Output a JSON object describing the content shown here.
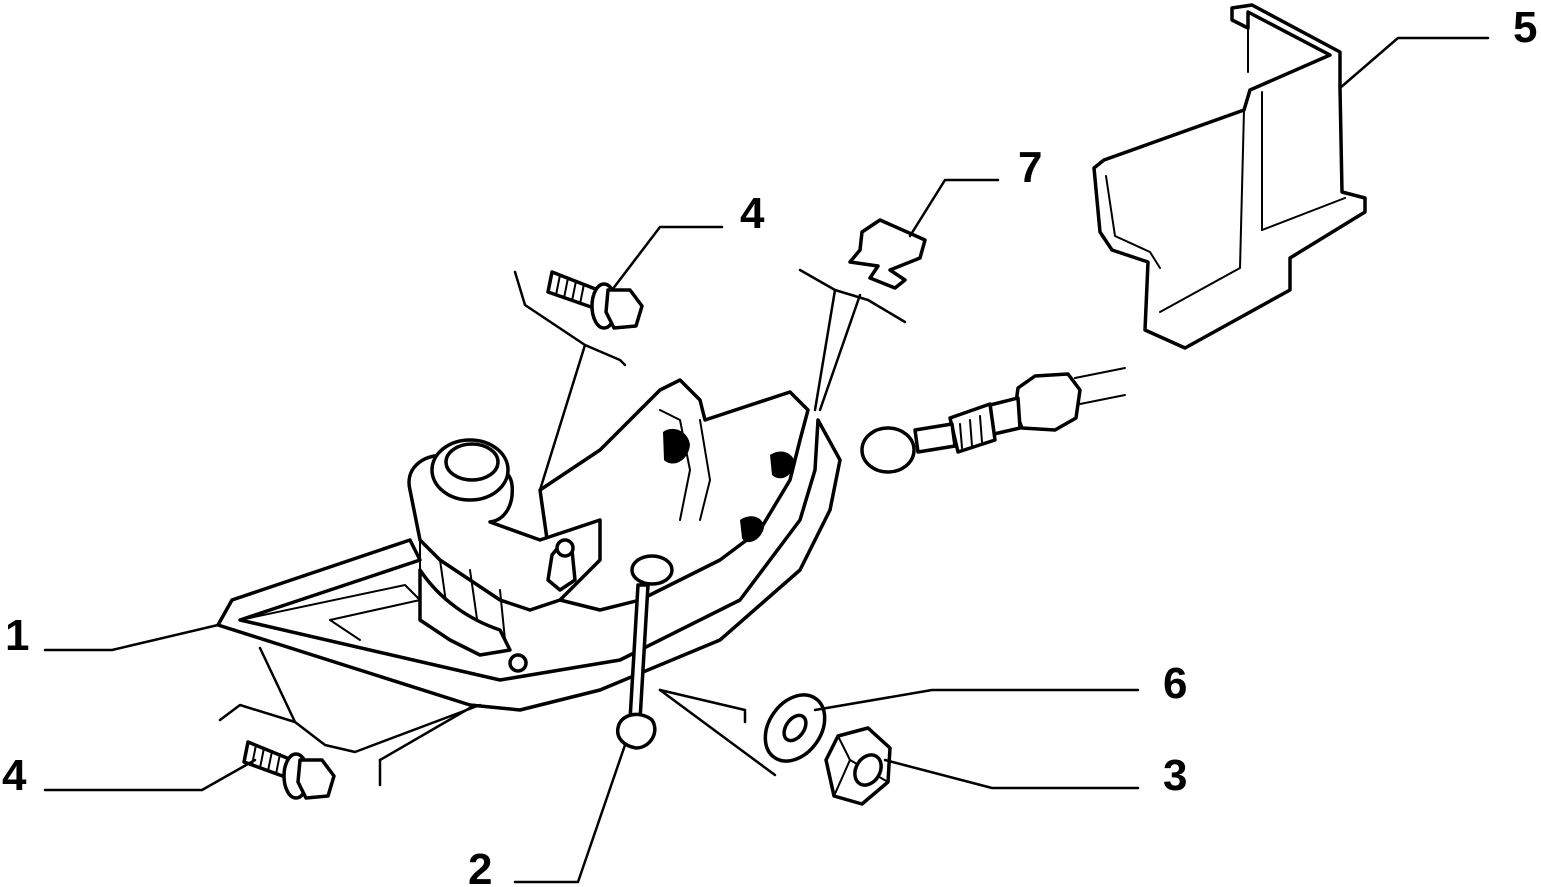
{
  "callouts": [
    {
      "id": "c1",
      "label": "1"
    },
    {
      "id": "c2",
      "label": "2"
    },
    {
      "id": "c3",
      "label": "3"
    },
    {
      "id": "c4a",
      "label": "4"
    },
    {
      "id": "c4b",
      "label": "4"
    },
    {
      "id": "c5",
      "label": "5"
    },
    {
      "id": "c6",
      "label": "6"
    },
    {
      "id": "c7",
      "label": "7"
    }
  ],
  "colors": {
    "line": "#000000",
    "background": "#ffffff"
  }
}
